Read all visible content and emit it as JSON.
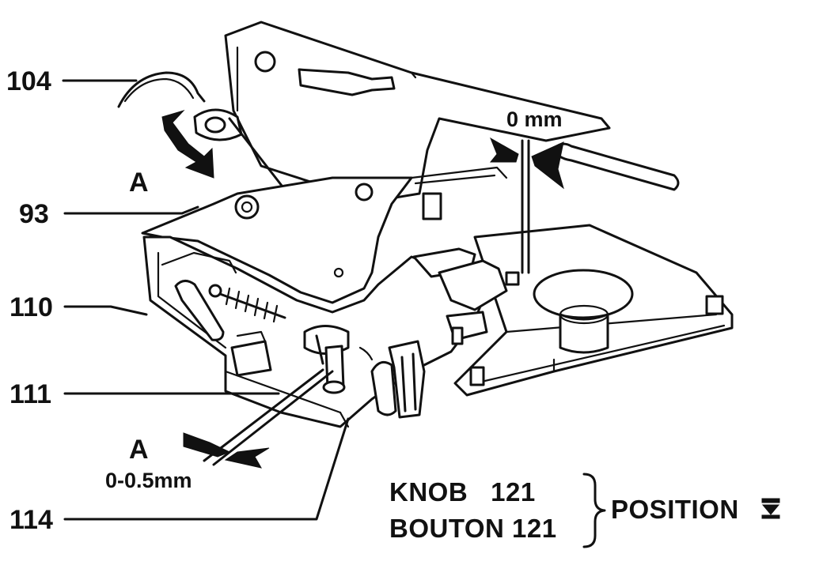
{
  "callouts": {
    "c104": "104",
    "c93": "93",
    "c110": "110",
    "c111": "111",
    "c114": "114"
  },
  "markers": {
    "a_upper": "A",
    "a_lower": "A"
  },
  "dimensions": {
    "zero": "0 mm",
    "range": "0-0.5mm"
  },
  "note": {
    "line1": "KNOB   121",
    "line2": "BOUTON 121",
    "position": "POSITION"
  }
}
